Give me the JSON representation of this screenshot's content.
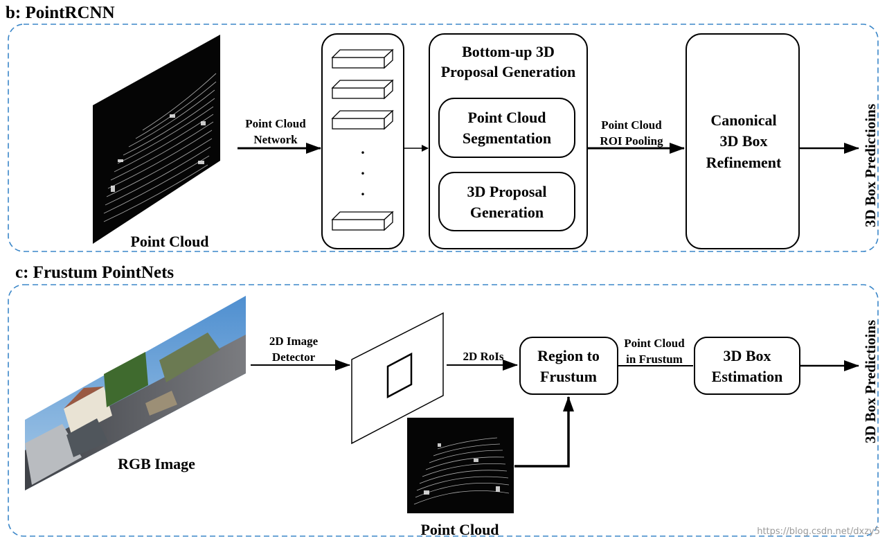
{
  "panel_b": {
    "title": "b: PointRCNN",
    "input_label": "Point Cloud",
    "arrow_network": [
      "Point Cloud",
      "Network"
    ],
    "stack_dots": [
      ".",
      ".",
      "."
    ],
    "proposal_box": {
      "title": [
        "Bottom-up 3D",
        "Proposal Generation"
      ],
      "segmentation": [
        "Point Cloud",
        "Segmentation"
      ],
      "generation": [
        "3D Proposal",
        "Generation"
      ]
    },
    "arrow_pooling": [
      "Point Cloud",
      "ROI Pooling"
    ],
    "refinement": [
      "Canonical",
      "3D Box",
      "Refinement"
    ],
    "output_label": "3D Box Predictioins"
  },
  "panel_c": {
    "title": "c: Frustum PointNets",
    "rgb_label": "RGB Image",
    "arrow_detector": [
      "2D Image",
      "Detector"
    ],
    "arrow_rois": "2D RoIs",
    "region_box": [
      "Region to",
      "Frustum"
    ],
    "arrow_frustum": [
      "Point Cloud",
      "in Frustum"
    ],
    "estimation_box": [
      "3D Box",
      "Estimation"
    ],
    "pc_label": "Point Cloud",
    "output_label": "3D Box Predictioins"
  },
  "watermark": "https://blog.csdn.net/dxzy5",
  "colors": {
    "dash_border": "#3a86c8",
    "line": "#000000",
    "lidar_bg": "#050505",
    "sky": "#6fa8d8",
    "road": "#5f6064"
  }
}
